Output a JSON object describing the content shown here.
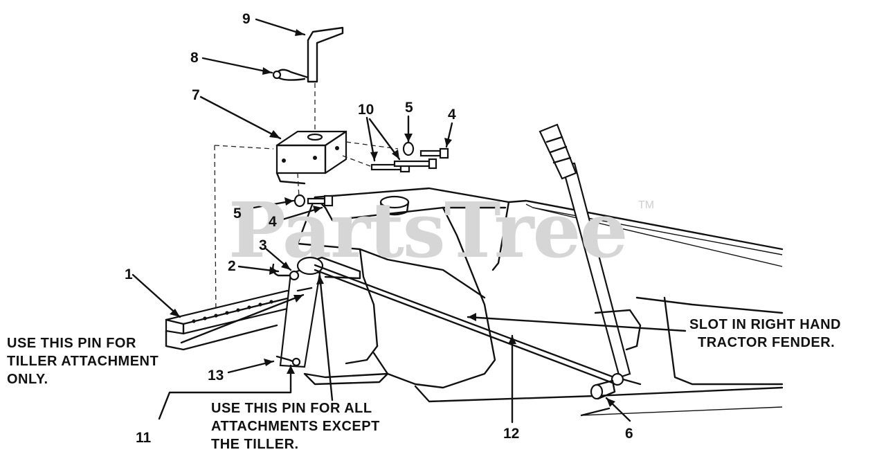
{
  "watermark": {
    "text": "PartsTree",
    "trademark": "TM"
  },
  "callouts": [
    {
      "id": "c1",
      "text": "1"
    },
    {
      "id": "c2",
      "text": "2"
    },
    {
      "id": "c3",
      "text": "3"
    },
    {
      "id": "c4a",
      "text": "4"
    },
    {
      "id": "c4b",
      "text": "4"
    },
    {
      "id": "c5a",
      "text": "5"
    },
    {
      "id": "c5b",
      "text": "5"
    },
    {
      "id": "c6",
      "text": "6"
    },
    {
      "id": "c7",
      "text": "7"
    },
    {
      "id": "c8",
      "text": "8"
    },
    {
      "id": "c9",
      "text": "9"
    },
    {
      "id": "c10",
      "text": "10"
    },
    {
      "id": "c11",
      "text": "11"
    },
    {
      "id": "c12",
      "text": "12"
    },
    {
      "id": "c13",
      "text": "13"
    }
  ],
  "notes": {
    "tiller_pin": [
      "USE THIS PIN FOR",
      "TILLER ATTACHMENT",
      "ONLY."
    ],
    "all_pin": [
      "USE THIS PIN FOR ALL",
      "ATTACHMENTS EXCEPT",
      "THE TILLER."
    ],
    "fender_slot": [
      "SLOT IN RIGHT HAND",
      "TRACTOR FENDER."
    ]
  }
}
